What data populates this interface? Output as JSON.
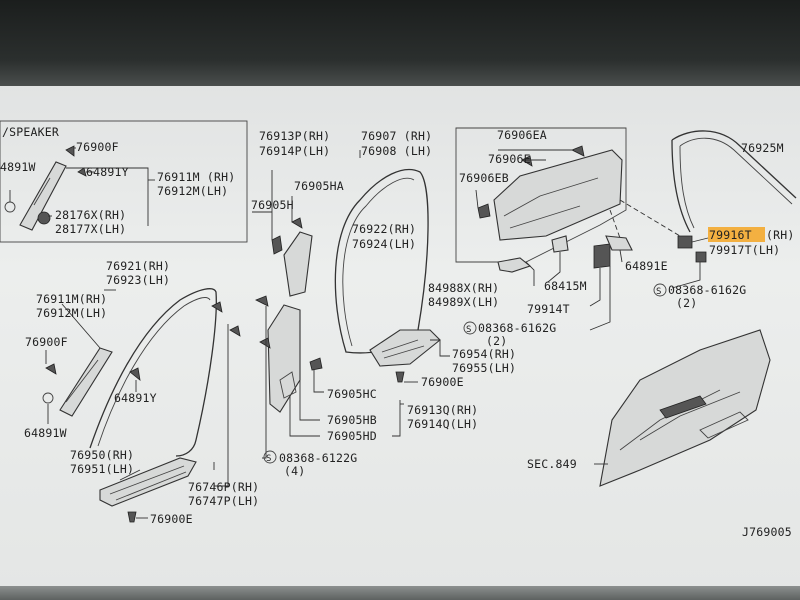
{
  "diagram": {
    "inset_title": "/SPEAKER",
    "inset_labels": {
      "a": "76900F",
      "b": "64891Y",
      "c": "4891W",
      "d1": "28176X(RH)",
      "d2": "28177X(LH)",
      "e1": "76911M (RH)",
      "e2": "76912M(LH)"
    },
    "labels": {
      "l76913p": "76913P(RH)",
      "l76914p": "76914P(LH)",
      "l76905ha": "76905HA",
      "l76905h": "76905H",
      "l76907": "76907 (RH)",
      "l76908": "76908 (LH)",
      "l76922": "76922(RH)",
      "l76924": "76924(LH)",
      "l76906ea": "76906EA",
      "l76906e": "76906E",
      "l76906eb": "76906EB",
      "l76925m": "76925M",
      "l79916t": "79916T",
      "l79916t_rh": "(RH)",
      "l79917t": "79917T(LH)",
      "l64891e": "64891E",
      "l68415m": "68415M",
      "l84988x": "84988X(RH)",
      "l84989x": "84989X(LH)",
      "l79914t": "79914T",
      "l08368_6162g_r": "08368-6162G",
      "l08368_6162g_r_qty": "(2)",
      "l08368_6162g_c": "08368-6162G",
      "l08368_6162g_c_qty": "(2)",
      "l76954": "76954(RH)",
      "l76955": "76955(LH)",
      "l76905hc": "76905HC",
      "l76900e_c": "76900E",
      "l76905hb": "76905HB",
      "l76905hd": "76905HD",
      "l76913q": "76913Q(RH)",
      "l76914q": "76914Q(LH)",
      "l76921": "76921(RH)",
      "l76923": "76923(LH)",
      "l76911m": "76911M(RH)",
      "l76912m": "76912M(LH)",
      "l76900f": "76900F",
      "l64891y": "64891Y",
      "l64891w": "64891W",
      "l76950": "76950(RH)",
      "l76951": "76951(LH)",
      "l76746p": "76746P(RH)",
      "l76747p": "76747P(LH)",
      "l08368_6122g": "08368-6122G",
      "l08368_6122g_qty": "(4)",
      "l76900e_b": "76900E",
      "l_sec849": "SEC.849",
      "l_drawing_no": "J769005"
    },
    "highlight_color": "#f5a623"
  }
}
